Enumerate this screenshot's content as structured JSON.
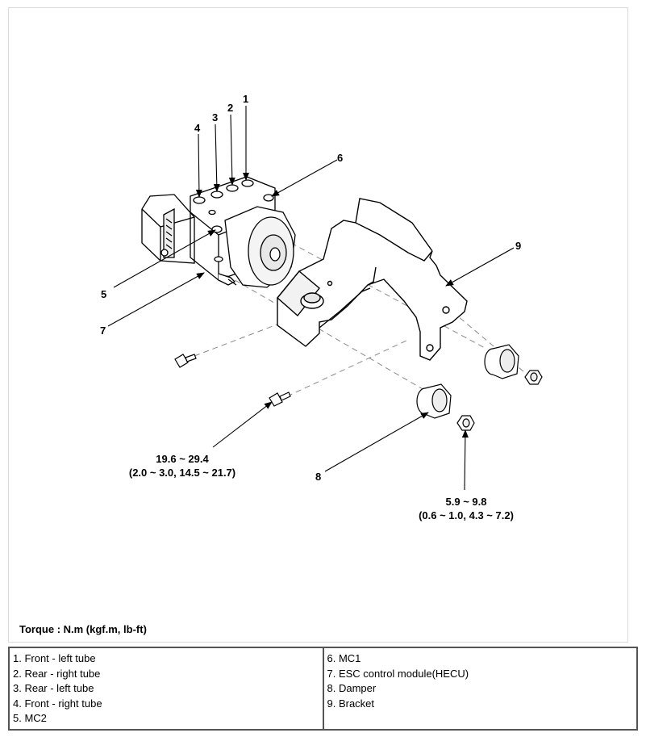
{
  "callouts": [
    "1",
    "2",
    "3",
    "4",
    "5",
    "6",
    "7",
    "8",
    "9"
  ],
  "torque_specs": {
    "bolt": {
      "value": "19.6 ~ 29.4",
      "units": "(2.0 ~ 3.0, 14.5 ~ 21.7)"
    },
    "nut": {
      "value": "5.9 ~ 9.8",
      "units": "(0.6 ~ 1.0, 4.3 ~ 7.2)"
    }
  },
  "torque_note": "Torque : N.m (kgf.m, lb-ft)",
  "legend": {
    "left": [
      "1. Front - left tube",
      "2. Rear - right tube",
      "3. Rear - left tube",
      "4. Front - right tube",
      "5. MC2"
    ],
    "right": [
      "6. MC1",
      "7. ESC control module(HECU)",
      "8. Damper",
      "9. Bracket"
    ]
  }
}
